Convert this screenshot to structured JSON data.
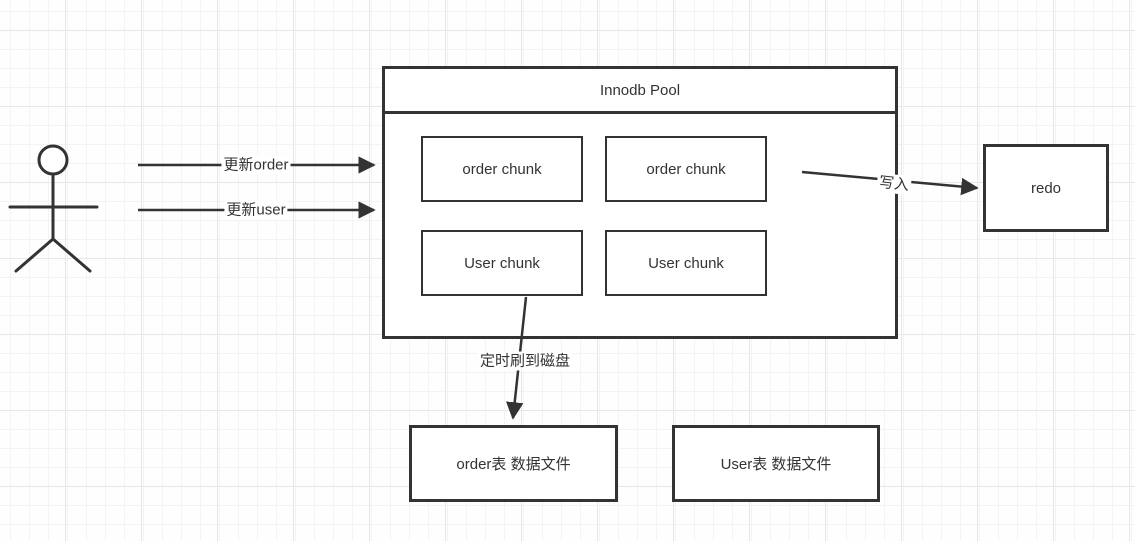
{
  "pool": {
    "title": "Innodb Pool",
    "chunks": [
      "order chunk",
      "order chunk",
      "User chunk",
      "User chunk"
    ]
  },
  "nodes": {
    "redo": "redo",
    "order_file": "order表 数据文件",
    "user_file": "User表 数据文件"
  },
  "edge_labels": {
    "update_order": "更新order",
    "update_user": "更新user",
    "write": "写入",
    "flush": "定时刷到磁盘"
  },
  "colors": {
    "stroke": "#333333",
    "background": "#fefefe",
    "grid_minor": "#f3f3f3",
    "grid_major": "#e7e7e7",
    "node_fill": "#ffffff"
  }
}
